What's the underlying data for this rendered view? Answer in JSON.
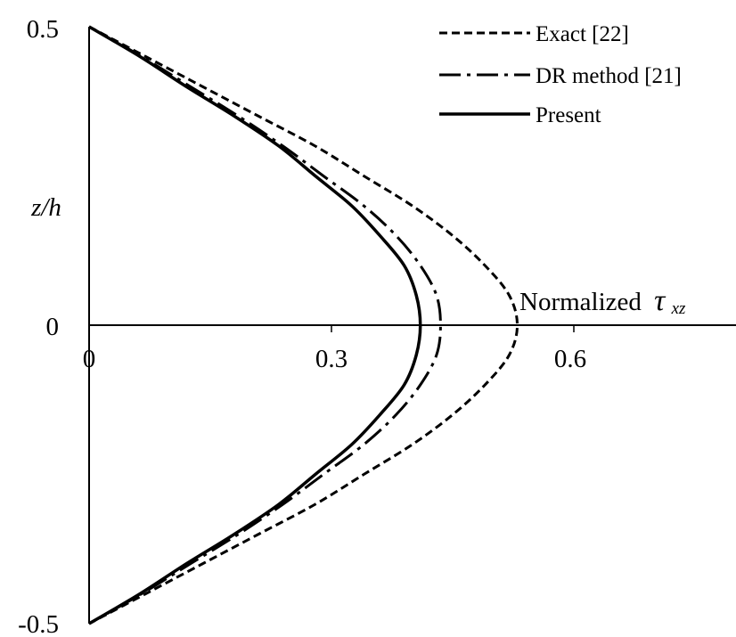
{
  "chart_data": {
    "type": "line",
    "xlabel": "Normalized",
    "xlabel_symbol": "τ",
    "xlabel_subscript": "xz",
    "ylabel": "z/h",
    "x_ticks": [
      "0",
      "0.3",
      "0.6"
    ],
    "y_ticks": [
      "0.5",
      "0",
      "-0.5"
    ],
    "xlim": [
      0,
      0.8
    ],
    "ylim": [
      -0.5,
      0.5
    ],
    "grid": false,
    "legend_position": "top-right",
    "series": [
      {
        "name": "Exact [22]",
        "style": "dashed",
        "points": [
          [
            0,
            0.5
          ],
          [
            0.07,
            0.45
          ],
          [
            0.14,
            0.4
          ],
          [
            0.21,
            0.35
          ],
          [
            0.28,
            0.3
          ],
          [
            0.34,
            0.25
          ],
          [
            0.4,
            0.2
          ],
          [
            0.45,
            0.15
          ],
          [
            0.49,
            0.1
          ],
          [
            0.52,
            0.05
          ],
          [
            0.53,
            0.0
          ],
          [
            0.52,
            -0.05
          ],
          [
            0.49,
            -0.1
          ],
          [
            0.45,
            -0.15
          ],
          [
            0.4,
            -0.2
          ],
          [
            0.34,
            -0.25
          ],
          [
            0.28,
            -0.3
          ],
          [
            0.21,
            -0.35
          ],
          [
            0.14,
            -0.4
          ],
          [
            0.07,
            -0.45
          ],
          [
            0,
            -0.5
          ]
        ]
      },
      {
        "name": "DR method [21]",
        "style": "dashdot",
        "points": [
          [
            0,
            0.5
          ],
          [
            0.065,
            0.45
          ],
          [
            0.125,
            0.4
          ],
          [
            0.185,
            0.35
          ],
          [
            0.24,
            0.3
          ],
          [
            0.29,
            0.25
          ],
          [
            0.34,
            0.2
          ],
          [
            0.38,
            0.15
          ],
          [
            0.41,
            0.1
          ],
          [
            0.43,
            0.05
          ],
          [
            0.435,
            0.0
          ],
          [
            0.43,
            -0.05
          ],
          [
            0.41,
            -0.1
          ],
          [
            0.38,
            -0.15
          ],
          [
            0.34,
            -0.2
          ],
          [
            0.29,
            -0.25
          ],
          [
            0.24,
            -0.3
          ],
          [
            0.185,
            -0.35
          ],
          [
            0.125,
            -0.4
          ],
          [
            0.065,
            -0.45
          ],
          [
            0,
            -0.5
          ]
        ]
      },
      {
        "name": "Present",
        "style": "solid",
        "points": [
          [
            0,
            0.5
          ],
          [
            0.063,
            0.45
          ],
          [
            0.12,
            0.4
          ],
          [
            0.18,
            0.35
          ],
          [
            0.235,
            0.3
          ],
          [
            0.28,
            0.25
          ],
          [
            0.325,
            0.2
          ],
          [
            0.36,
            0.15
          ],
          [
            0.39,
            0.1
          ],
          [
            0.405,
            0.05
          ],
          [
            0.41,
            0.0
          ],
          [
            0.405,
            -0.05
          ],
          [
            0.39,
            -0.1
          ],
          [
            0.36,
            -0.15
          ],
          [
            0.325,
            -0.2
          ],
          [
            0.28,
            -0.25
          ],
          [
            0.235,
            -0.3
          ],
          [
            0.18,
            -0.35
          ],
          [
            0.12,
            -0.4
          ],
          [
            0.063,
            -0.45
          ],
          [
            0,
            -0.5
          ]
        ]
      }
    ]
  }
}
